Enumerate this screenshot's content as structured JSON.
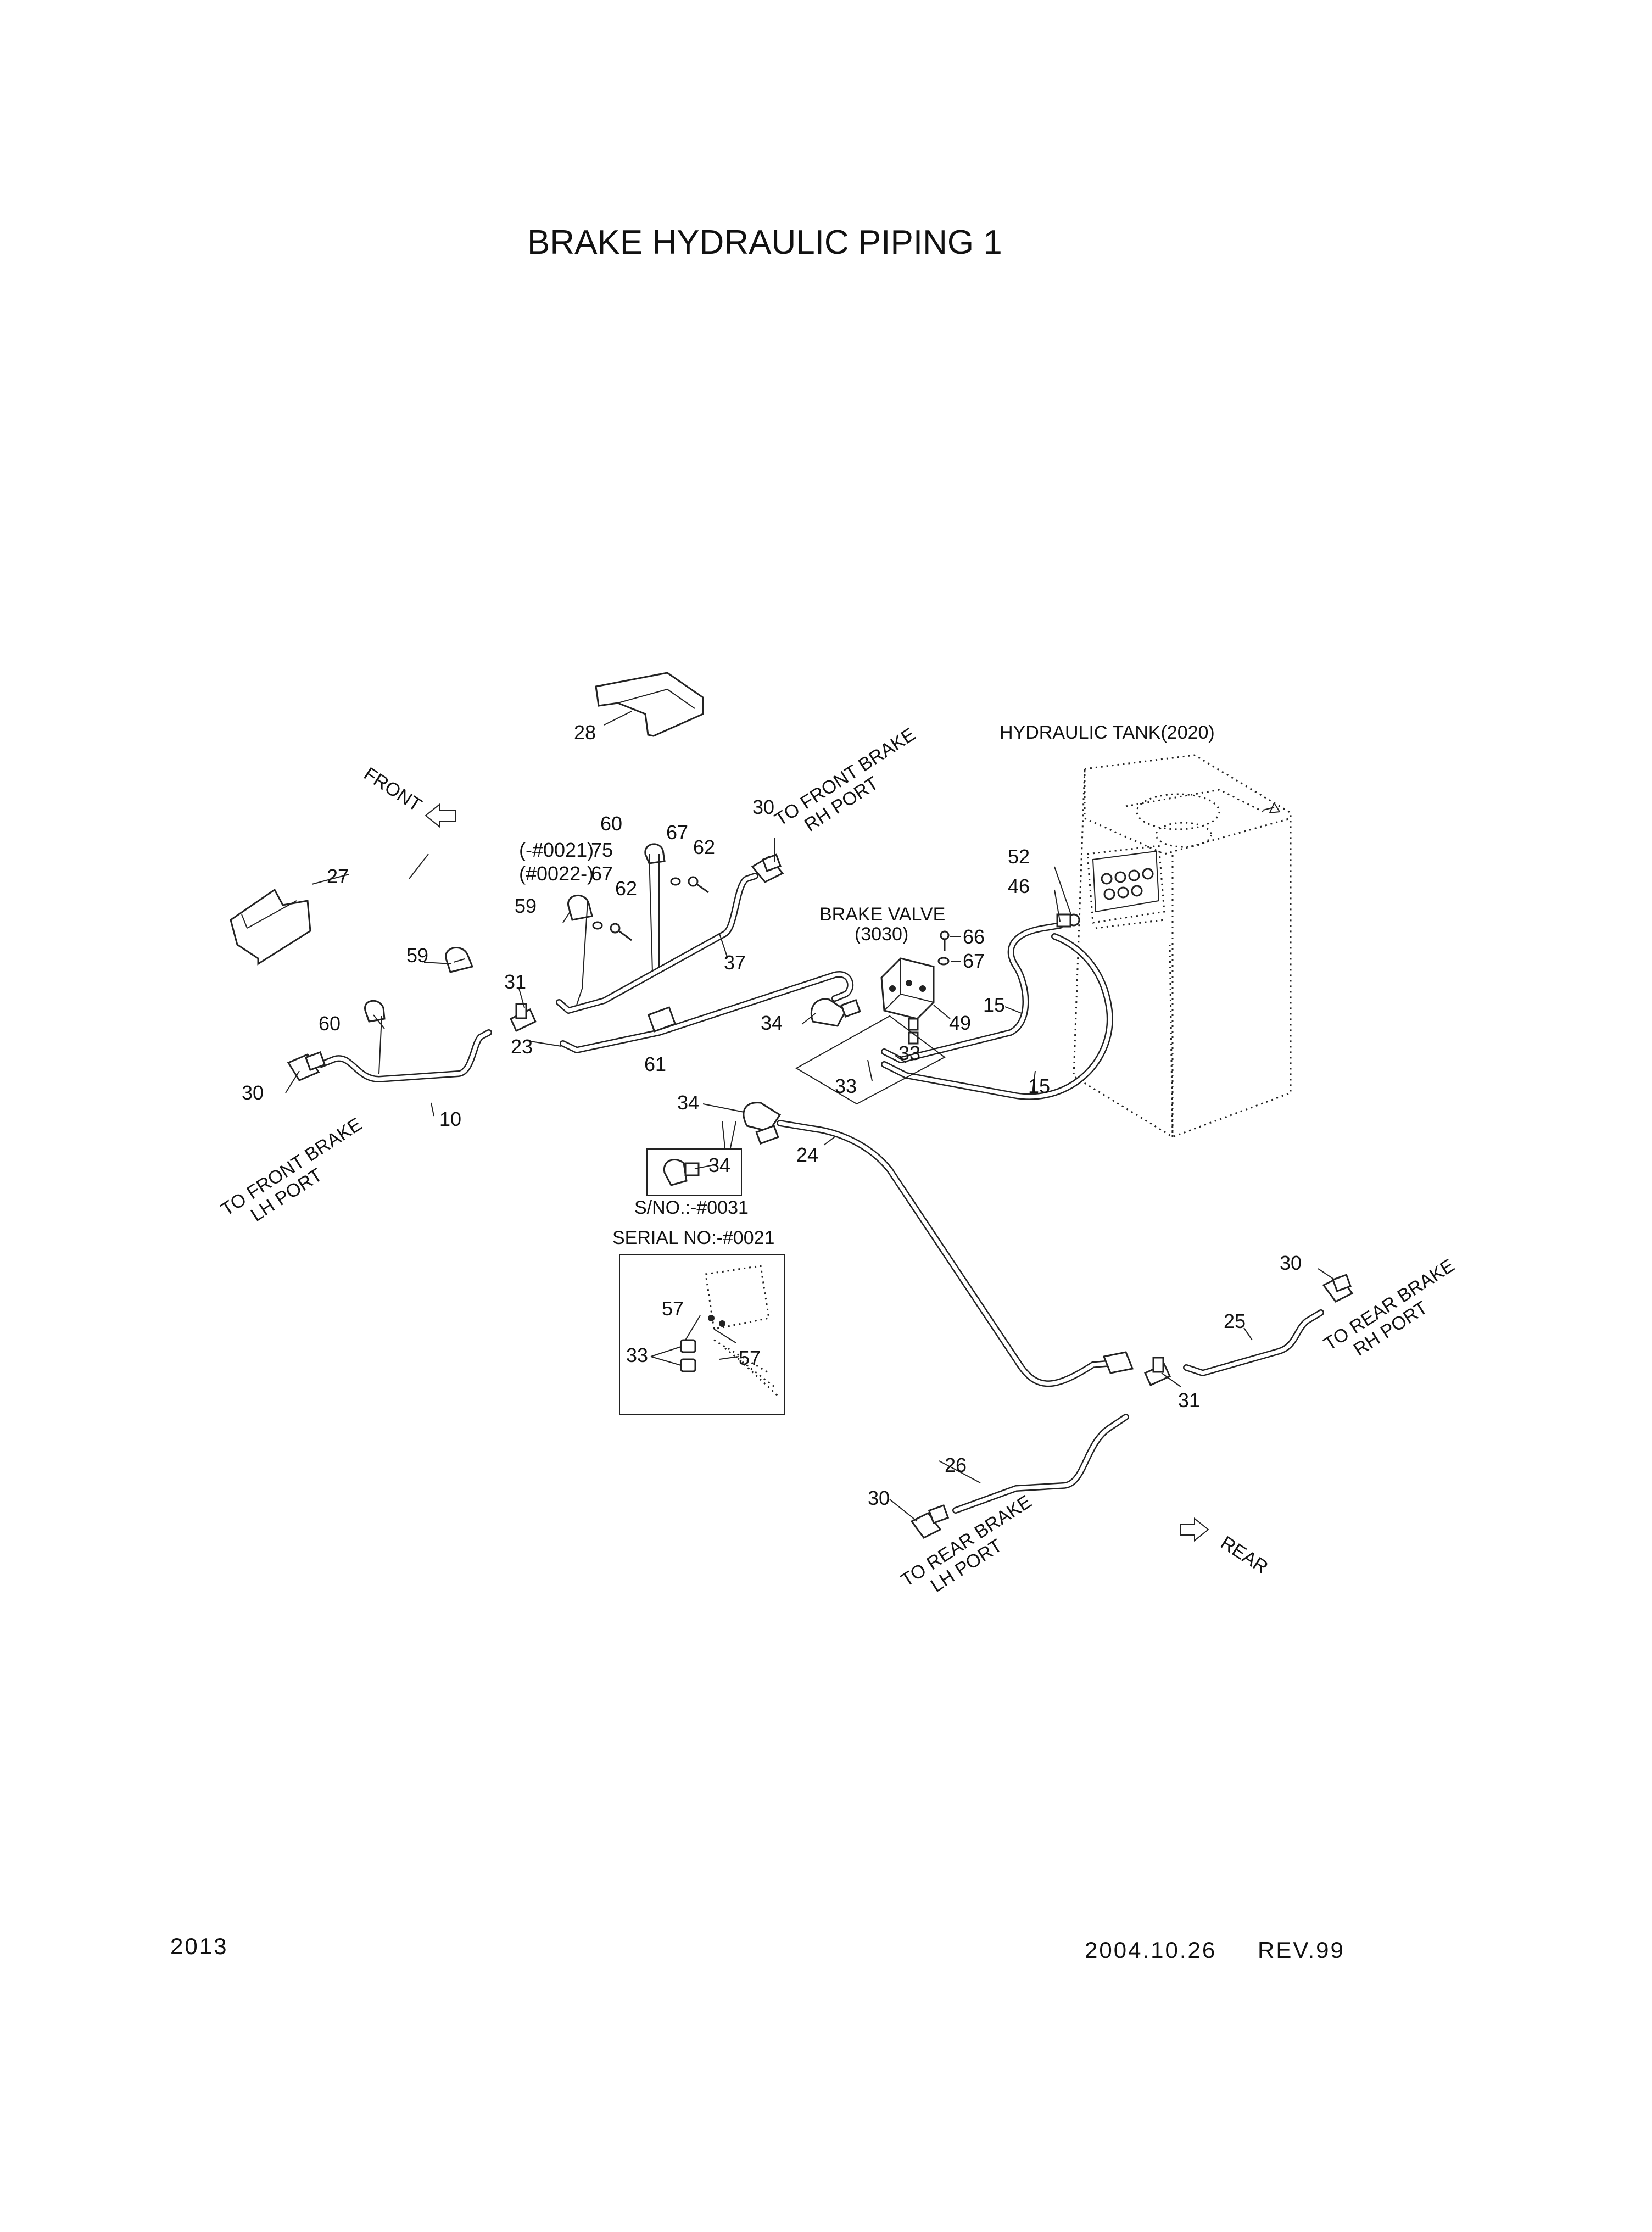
{
  "title": "BRAKE HYDRAULIC PIPING 1",
  "footer": {
    "page_number": "2013",
    "date": "2004.10.26",
    "revision": "REV.99"
  },
  "callouts": {
    "c10": "10",
    "c15a": "15",
    "c15b": "15",
    "c23": "23",
    "c24": "24",
    "c25": "25",
    "c26": "26",
    "c27": "27",
    "c28": "28",
    "c30a": "30",
    "c30b": "30",
    "c30c": "30",
    "c30d": "30",
    "c31a": "31",
    "c31b": "31",
    "c33a": "33",
    "c33b": "33",
    "c33c": "33",
    "c34a": "34",
    "c34b": "34",
    "c34c": "34",
    "c37": "37",
    "c46": "46",
    "c49": "49",
    "c52": "52",
    "c57a": "57",
    "c57b": "57",
    "c59a": "59",
    "c59b": "59",
    "c60a": "60",
    "c60b": "60",
    "c61": "61",
    "c62a": "62",
    "c62b": "62",
    "c66": "66",
    "c67a": "67",
    "c67b": "67",
    "c67c": "67",
    "c75": "75"
  },
  "notes": {
    "front": "FRONT",
    "rear": "REAR",
    "hydraulic_tank": "HYDRAULIC TANK(2020)",
    "brake_valve": "BRAKE VALVE",
    "brake_valve_ref": "(3030)",
    "to_front_brake_rh_1": "TO FRONT BRAKE",
    "to_front_brake_rh_2": "RH PORT",
    "to_front_brake_lh_1": "TO FRONT BRAKE",
    "to_front_brake_lh_2": "LH PORT",
    "to_rear_brake_rh_1": "TO REAR BRAKE",
    "to_rear_brake_rh_2": "RH PORT",
    "to_rear_brake_lh_1": "TO REAR BRAKE",
    "to_rear_brake_lh_2": "LH PORT",
    "serial_upto_0021": "(-#0021)",
    "serial_from_0022": "(#0022-)",
    "sn_upto_0031": "S/NO.:-#0031",
    "serial_no_upto_0021": "SERIAL NO:-#0021"
  }
}
